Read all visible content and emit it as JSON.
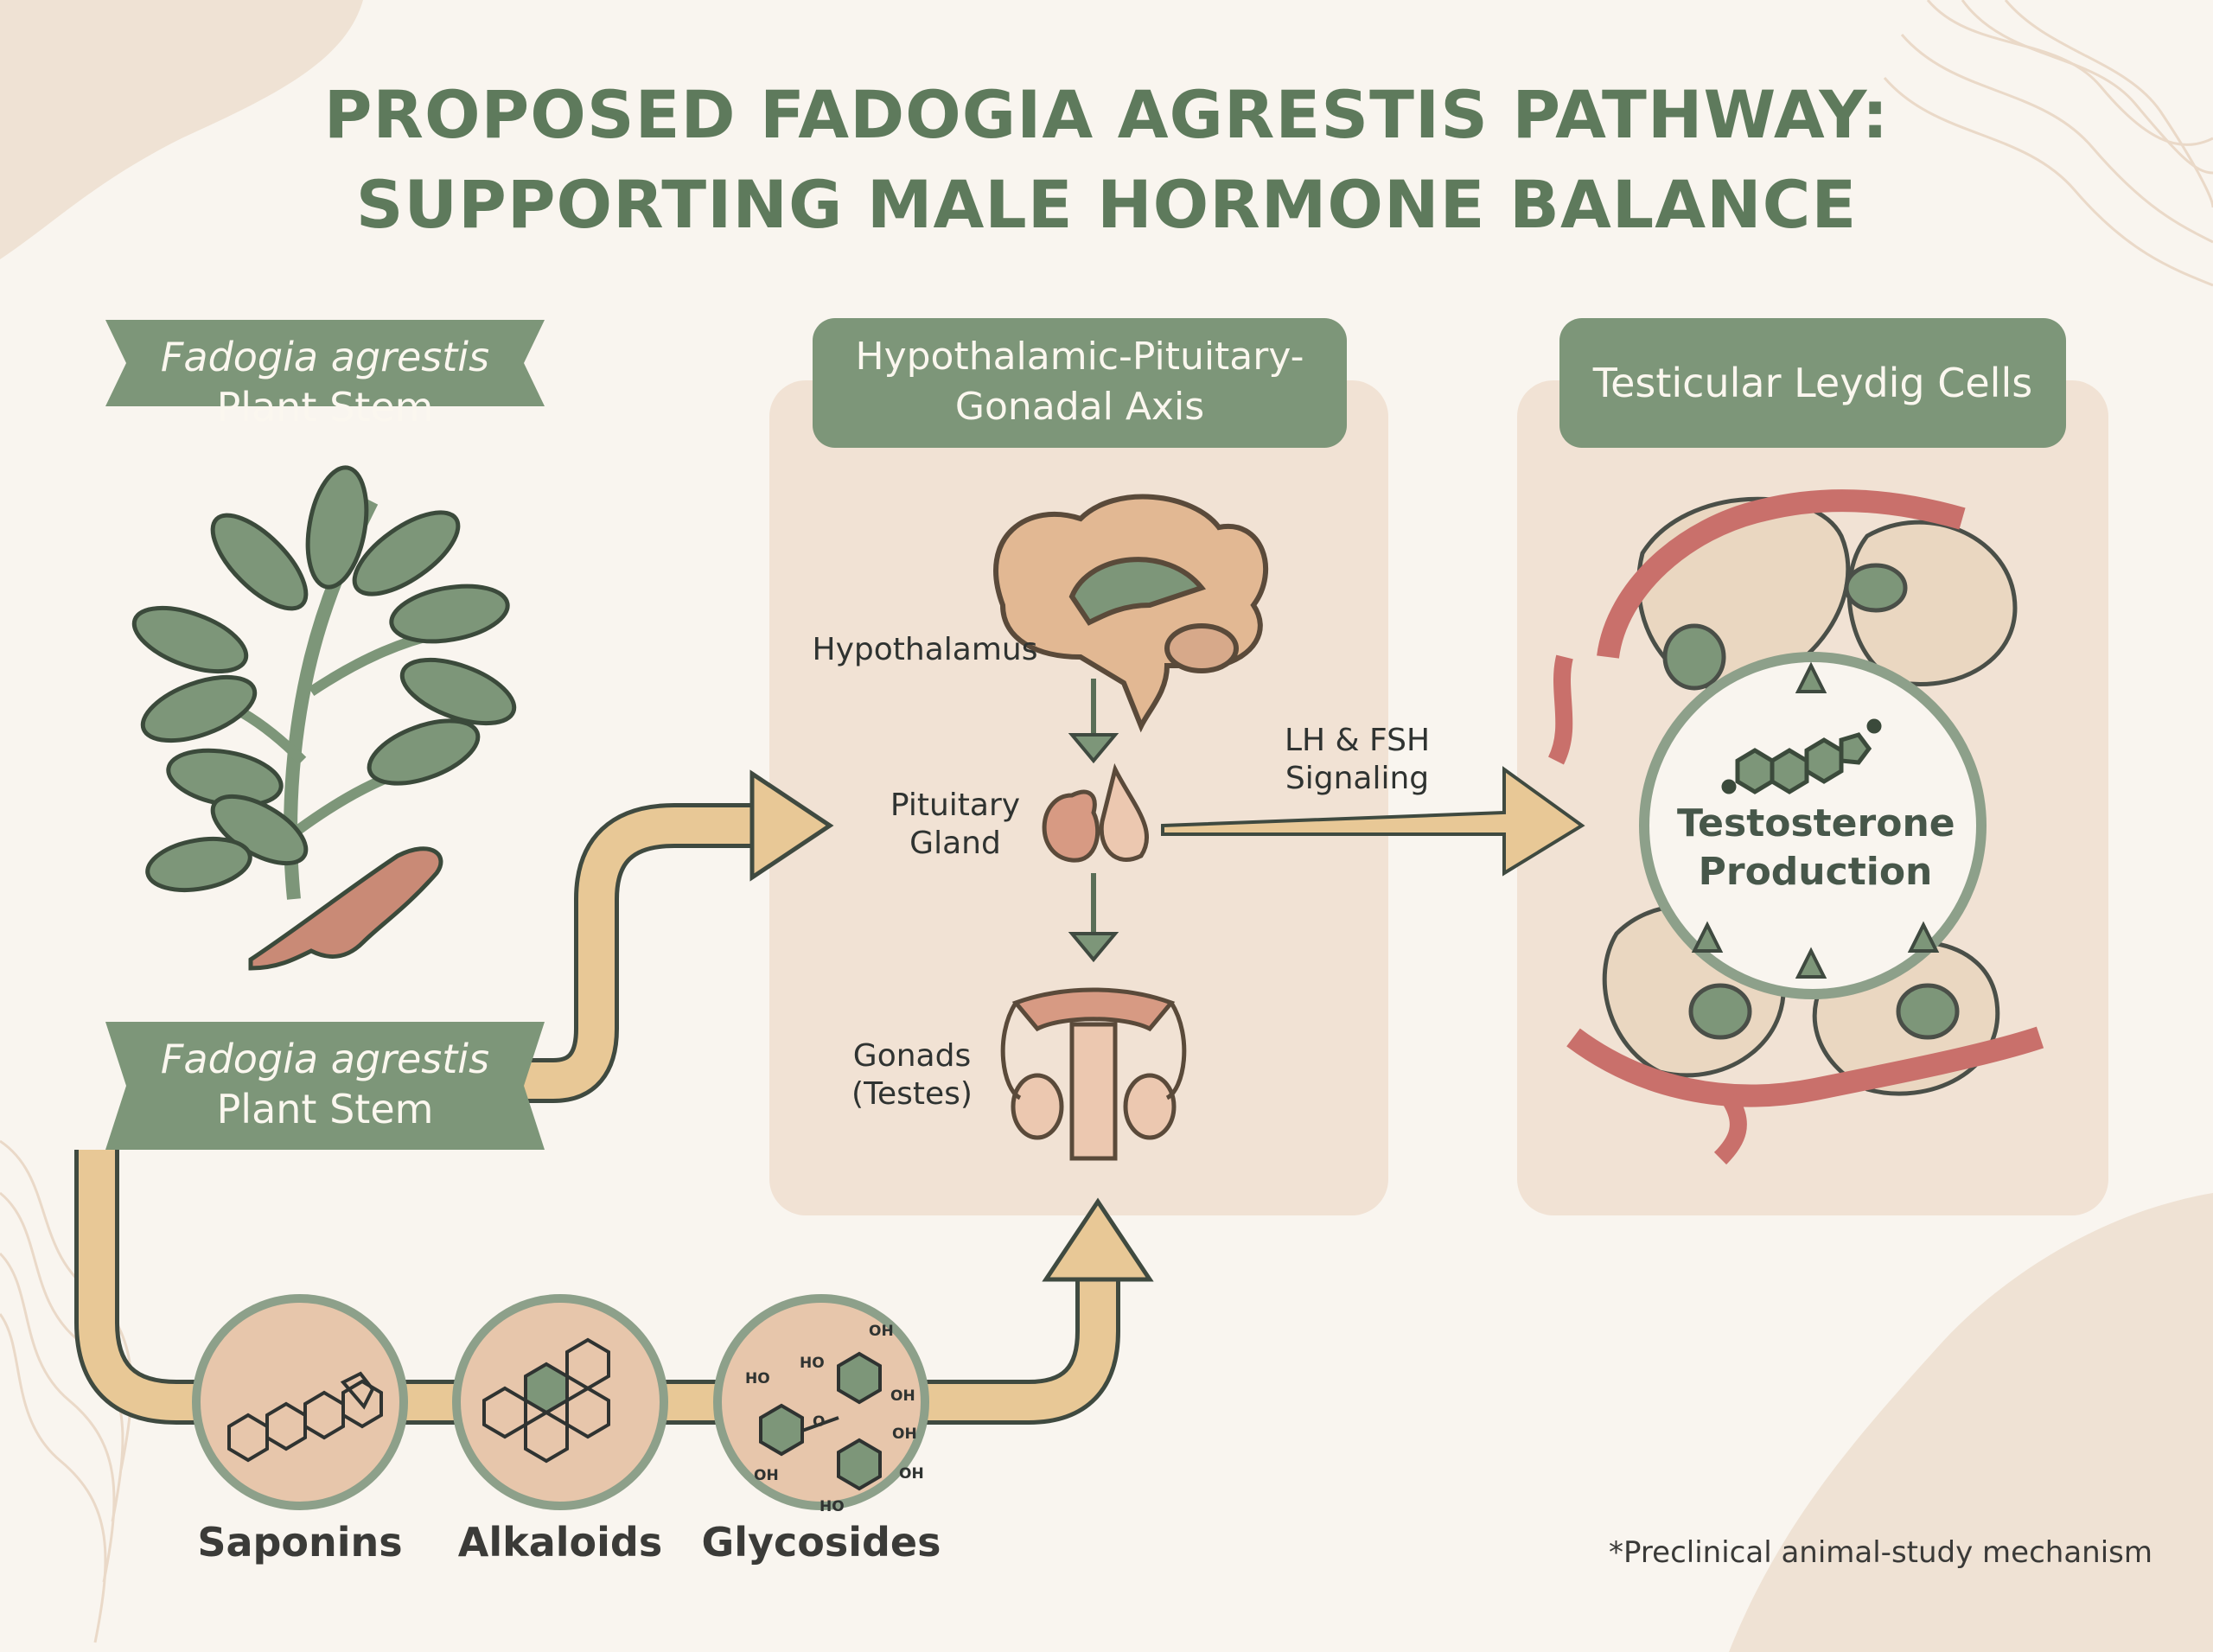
{
  "title": {
    "line1": "PROPOSED FADOGIA AGRESTIS PATHWAY:",
    "line2": "SUPPORTING MALE HORMONE BALANCE"
  },
  "plant_banner_top": {
    "italic": "Fadogia agrestis",
    "plain": "Plant Stem"
  },
  "plant_banner_bottom": {
    "italic": "Fadogia agrestis",
    "plain": "Plant Stem"
  },
  "hpg_panel": {
    "title": "Hypothalamic-Pituitary-Gonadal Axis",
    "hypothalamus": "Hypothalamus",
    "pituitary": "Pituitary Gland",
    "gonads": "Gonads (Testes)"
  },
  "signal_label": "LH & FSH Signaling",
  "leydig_panel": {
    "title": "Testicular Leydig Cells",
    "center": "Testosterone Production"
  },
  "compounds": [
    {
      "label": "Saponins",
      "icon": "saponin-structure-icon"
    },
    {
      "label": "Alkaloids",
      "icon": "alkaloid-structure-icon"
    },
    {
      "label": "Glycosides",
      "icon": "glycoside-structure-icon",
      "groups": [
        "OH",
        "HO",
        "OH",
        "HO",
        "O",
        "OH",
        "OH",
        "OH",
        "HO"
      ]
    }
  ],
  "footnote": "*Preclinical animal-study mechanism",
  "colors": {
    "accent_green": "#7d9679",
    "arrow_fill": "#e8c896",
    "panel": "#f1e2d4",
    "vessel": "#c9706b"
  }
}
